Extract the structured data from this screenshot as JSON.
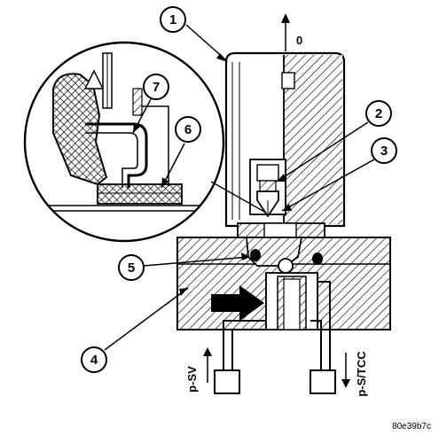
{
  "callouts": [
    "1",
    "2",
    "3",
    "4",
    "5",
    "6",
    "7"
  ],
  "labels": {
    "pressure_up": "0",
    "port_left": "p-SV",
    "port_right": "p-S/TCC"
  },
  "figure_code": "80e39b7c",
  "colors": {
    "ink": "#000000",
    "paper": "#ffffff"
  }
}
